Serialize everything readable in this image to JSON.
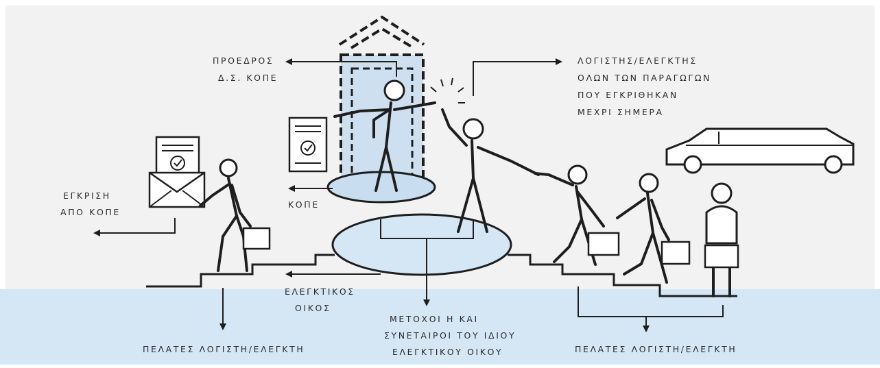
{
  "colors": {
    "upper_band": "#f2f2f2",
    "lower_band": "#d5e6f5",
    "highlight": "#c8ddf0",
    "ink": "#1e1e1e",
    "text": "#2b2b2b"
  },
  "labels": {
    "president_1": "ΠΡΟΕΔΡΟΣ",
    "president_2": "Δ.Σ. ΚΟΠΕ",
    "accountant_1": "ΛΟΓΙΣΤΗΣ/ΕΛΕΓΚΤΗΣ",
    "accountant_2": "ΟΛΩΝ ΤΩΝ ΠΑΡΑΓΩΓΩΝ",
    "accountant_3": "ΠΟΥ ΕΓΚΡΙΘΗΚΑΝ",
    "accountant_4": "ΜΕΧΡΙ ΣΗΜΕΡΑ",
    "approval_1": "ΕΓΚΡΙΣΗ",
    "approval_2": "ΑΠΟ ΚΟΠΕ",
    "kope": "ΚΟΠΕ",
    "audit_firm_1": "ΕΛΕΓΚΤΙΚΟΣ",
    "audit_firm_2": "ΟΙΚΟΣ",
    "shareholders_1": "ΜΕΤΟΧΟΙ Η ΚΑΙ",
    "shareholders_2": "ΣΥΝΕΤΑΙΡΟΙ ΤΟΥ ΙΔΙΟΥ",
    "shareholders_3": "ΕΛΕΓΚΤΙΚΟΥ ΟΙΚΟΥ",
    "clients_left": "ΠΕΛΑΤΕΣ ΛΟΓΙΣΤΗ/ΕΛΕΓΚΤΗ",
    "clients_right": "ΠΕΛΑΤΕΣ ΛΟΓΙΣΤΗ/ΕΛΕΓΚΤΗ"
  }
}
